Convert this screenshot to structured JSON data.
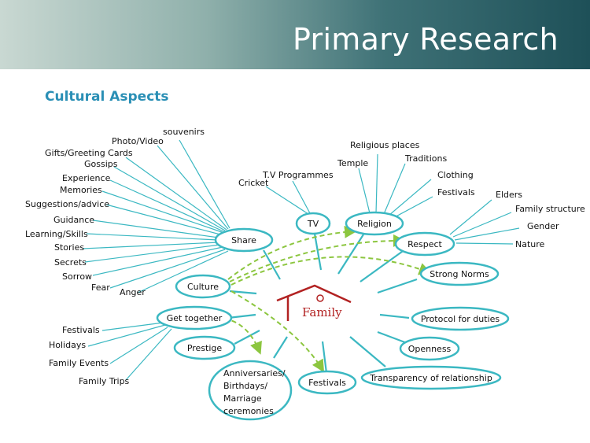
{
  "header": {
    "title": "Primary Research"
  },
  "subtitle": "Cultural Aspects",
  "center": {
    "label": "Family"
  },
  "nodes": {
    "share": "Share",
    "tv": "TV",
    "religion": "Religion",
    "respect": "Respect",
    "culture": "Culture",
    "strong_norms": "Strong Norms",
    "get_together": "Get together",
    "protocol": "Protocol for duties",
    "prestige": "Prestige",
    "openness": "Openness",
    "anniversaries": [
      "Anniversaries/",
      "Birthdays/",
      "Marriage",
      "ceremonies"
    ],
    "festivals": "Festivals",
    "transparency": "Transparency of relationship"
  },
  "share_leaves": [
    "souvenirs",
    "Photo/Video",
    "Gifts/Greeting Cards",
    "Gossips",
    "Experience",
    "Memories",
    "Suggestions/advice",
    "Guidance",
    "Learning/Skills",
    "Stories",
    "Secrets",
    "Sorrow",
    "Fear",
    "Anger"
  ],
  "tv_leaves": [
    "T.V Programmes",
    "Cricket"
  ],
  "religion_leaves": [
    "Religious places",
    "Temple",
    "Traditions",
    "Clothing",
    "Festivals"
  ],
  "respect_leaves": [
    "Elders",
    "Family structure",
    "Gender",
    "Nature"
  ],
  "get_together_leaves": [
    "Festivals",
    "Holidays",
    "Family Events",
    "Family Trips"
  ],
  "colors": {
    "teal": "#3bb8c2",
    "green_dash": "#8cc63f",
    "red": "#b22222",
    "subtitle": "#2a8fb5"
  }
}
